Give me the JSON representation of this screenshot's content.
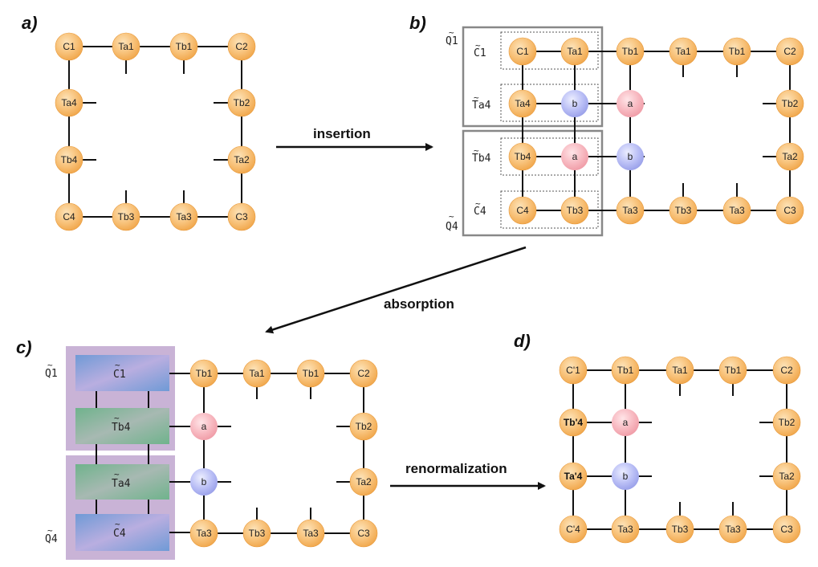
{
  "panels": {
    "a": "a)",
    "b": "b)",
    "c": "c)",
    "d": "d)"
  },
  "arrows": {
    "insertion": "insertion",
    "absorption": "absorption",
    "renormalization": "renormalization"
  },
  "tilde": "~",
  "panel_a": {
    "nodes": [
      "C1",
      "Ta1",
      "Tb1",
      "C2",
      "Ta4",
      "Tb2",
      "Tb4",
      "Ta2",
      "C4",
      "Tb3",
      "Ta3",
      "C3"
    ]
  },
  "panel_b": {
    "group_labels": {
      "q1": "Q1",
      "q4": "Q4",
      "c1": "C1",
      "ta4": "Ta4",
      "tb4": "Tb4",
      "c4": "C4"
    },
    "nodes": [
      "C1",
      "Ta1",
      "Tb1",
      "Ta1",
      "Tb1",
      "C2",
      "Ta4",
      "b",
      "a",
      "Tb2",
      "Tb4",
      "a",
      "b",
      "Ta2",
      "C4",
      "Tb3",
      "Ta3",
      "Tb3",
      "Ta3",
      "C3"
    ]
  },
  "panel_c": {
    "group_labels": {
      "q1": "Q1",
      "q4": "Q4"
    },
    "blocks": [
      "C1",
      "Tb4",
      "Ta4",
      "C4"
    ],
    "nodes": [
      "Tb1",
      "Ta1",
      "Tb1",
      "C2",
      "a",
      "Tb2",
      "b",
      "Ta2",
      "Ta3",
      "Tb3",
      "Ta3",
      "C3"
    ]
  },
  "panel_d": {
    "nodes": [
      "C'1",
      "Tb1",
      "Ta1",
      "Tb1",
      "C2",
      "Tb'4",
      "a",
      "Tb2",
      "Ta'4",
      "b",
      "Ta2",
      "C'4",
      "Ta3",
      "Tb3",
      "Ta3",
      "C3"
    ]
  }
}
